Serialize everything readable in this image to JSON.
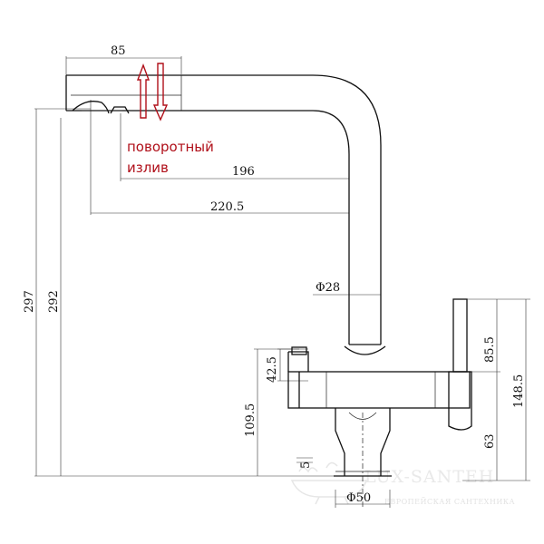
{
  "labels": {
    "swivel_line1": "поворотный",
    "swivel_line2": "излив"
  },
  "dimensions": {
    "top_width": "85",
    "reach_196": "196",
    "reach_220": "220.5",
    "height_297": "297",
    "height_292": "292",
    "pipe_diameter": "Φ28",
    "handle_42": "42.5",
    "body_109": "109.5",
    "right_85": "85.5",
    "right_148": "148.5",
    "right_63": "63",
    "small_5": "5",
    "base_diameter": "Φ50"
  },
  "watermark": {
    "brand": "LUX-SANTEH",
    "tagline": "ЕВРОПЕЙСКАЯ САНТЕХНИКА"
  },
  "colors": {
    "arrow": "#b0101a",
    "line": "#111111"
  }
}
